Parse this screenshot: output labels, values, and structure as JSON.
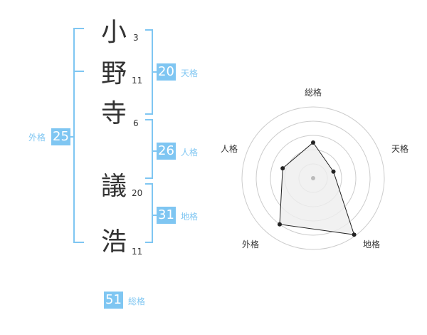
{
  "name": {
    "characters": [
      {
        "char": "小",
        "strokes": "3"
      },
      {
        "char": "野",
        "strokes": "11"
      },
      {
        "char": "寺",
        "strokes": "6"
      },
      {
        "char": "議",
        "strokes": "20"
      },
      {
        "char": "浩",
        "strokes": "11"
      }
    ]
  },
  "kakusu": {
    "tenkaku": {
      "value": "20",
      "label": "天格"
    },
    "jinkaku": {
      "value": "26",
      "label": "人格"
    },
    "chikaku": {
      "value": "31",
      "label": "地格"
    },
    "gaikaku": {
      "value": "25",
      "label": "外格"
    },
    "soukaku": {
      "value": "51",
      "label": "総格"
    }
  },
  "radar": {
    "labels": {
      "top": "総格",
      "right": "天格",
      "bottom_right": "地格",
      "bottom_left": "外格",
      "left": "人格"
    },
    "levels": 5,
    "values": {
      "soukaku": 0.5,
      "tenkaku": 0.3,
      "chikaku": 0.98,
      "gaikaku": 0.8,
      "jinkaku": 0.45
    },
    "colors": {
      "ring": "#cccccc",
      "fill": "#eeeeee",
      "line": "#222222",
      "center": "#bbbbbb"
    }
  },
  "colors": {
    "accent": "#7fc6f2",
    "text": "#333333"
  }
}
